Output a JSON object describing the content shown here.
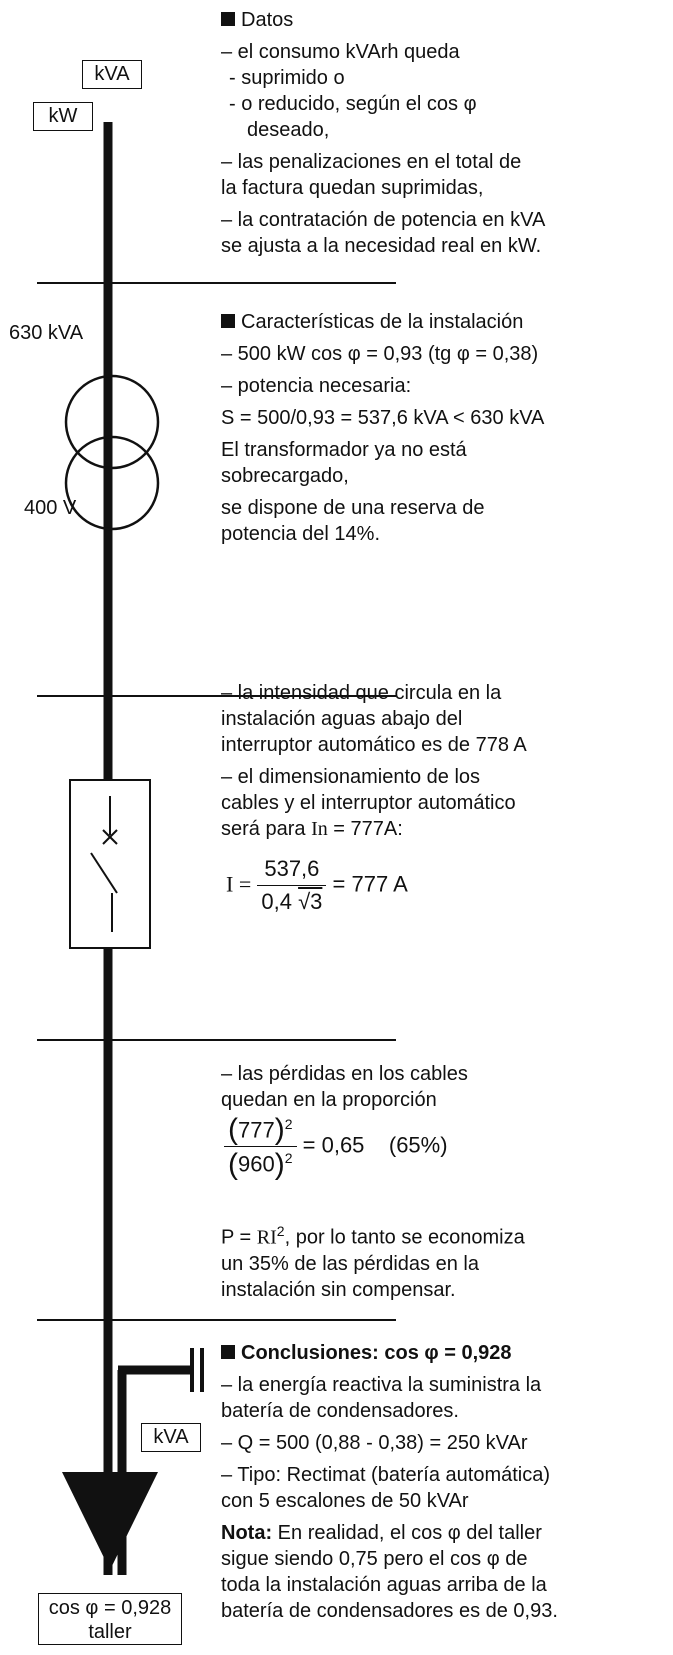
{
  "left_labels": {
    "kva_top": "kVA",
    "kw": "kW",
    "transformer_rating": "630 kVA",
    "voltage": "400 V",
    "kva_capacitor": "kVA",
    "load_line1": "cos φ = 0,928",
    "load_line2": "taller"
  },
  "section1": {
    "heading": "Datos",
    "l1": "– el consumo kVArh queda",
    "l2": "- suprimido o",
    "l3": "- o reducido, según el cos φ",
    "l4": "deseado,",
    "l5": "– las penalizaciones en el total de",
    "l6": "la factura quedan suprimidas,",
    "l7": "– la contratación de potencia en kVA",
    "l8": "se ajusta a la necesidad real en kW."
  },
  "section2": {
    "heading": "Características de la instalación",
    "l1": "– 500 kW cos φ = 0,93 (tg φ = 0,38)",
    "l2": "– potencia necesaria:",
    "l3": "S = 500/0,93 = 537,6 kVA < 630 kVA",
    "l4": "El transformador ya no está",
    "l5": "sobrecargado,",
    "l6": "se dispone de una reserva de",
    "l7": "potencia del 14%."
  },
  "section3": {
    "l1": "– la intensidad que circula en la",
    "l2": "instalación aguas abajo del",
    "l3": "interruptor automático es de 778 A",
    "l4": "– el dimensionamiento de los",
    "l5": "cables y el interruptor automático",
    "l6_prefix": "será para",
    "l6_var": "In",
    "l6_suffix": "= 777A:",
    "f_lhs": "I =",
    "f_num": "537,6",
    "f_den": "0,4",
    "f_sqrt": "√3",
    "f_rhs": "= 777 A"
  },
  "section4": {
    "l1": "– las pérdidas en los cables",
    "l2": "quedan en la proporción",
    "f_num": "777",
    "f_den": "960",
    "f_exp": "2",
    "f_rhs": "= 0,65    (65%)",
    "l3_prefix": "P =",
    "l3_var": "RI",
    "l3_exp": "2",
    "l3_suffix": ", por lo tanto se economiza",
    "l4": "un 35% de las pérdidas en la",
    "l5": "instalación sin compensar."
  },
  "section5": {
    "heading": "Conclusiones: cos φ = 0,928",
    "l1": "– la energía reactiva la suministra la",
    "l2": "batería de condensadores.",
    "l3": "– Q = 500 (0,88 - 0,38) = 250 kVAr",
    "l4": "– Tipo: Rectimat (batería automática)",
    "l5": "con 5 escalones de 50 kVAr",
    "nota_label": "Nota:",
    "l6": "En realidad, el cos φ del taller",
    "l7": "sigue siendo 0,75 pero el cos φ de",
    "l8": "toda la instalación aguas arriba de la",
    "l9": "batería de condensadores es de 0,93."
  }
}
